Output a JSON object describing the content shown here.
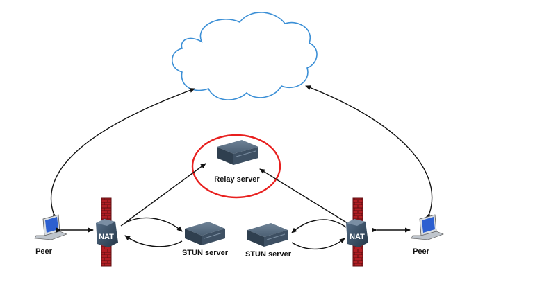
{
  "labels": {
    "relay_server": "Relay server",
    "stun_server_left": "STUN server",
    "stun_server_right": "STUN server",
    "nat_left": "NAT",
    "nat_right": "NAT",
    "peer_left": "Peer",
    "peer_right": "Peer"
  },
  "icons": {
    "cloud": "internet-cloud-icon",
    "server": "server-icon",
    "nat": "nat-router-icon",
    "firewall": "firewall-icon",
    "laptop": "laptop-icon"
  },
  "colors": {
    "cloud_stroke": "#3b8fd6",
    "highlight_circle": "#e8201f",
    "firewall": "#b21e24",
    "server_body": "#3a4c5e",
    "nat_body": "#2f4458",
    "screen": "#2c5fd0"
  }
}
